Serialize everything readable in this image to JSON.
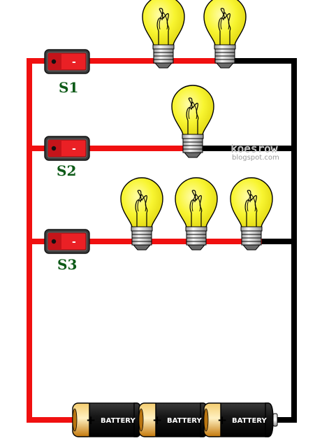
{
  "colors": {
    "positive_wire": "#f01010",
    "negative_wire": "#000000",
    "bulb_glass": "#f8f531",
    "switch_body": "#ea2025",
    "switch_housing": "#3a3a3a",
    "label_color": "#0d5a17",
    "battery_gold": "#e69a1c",
    "battery_black": "#111111"
  },
  "switches": [
    {
      "id": "S1",
      "label": "S1",
      "symbol": "-"
    },
    {
      "id": "S2",
      "label": "S2",
      "symbol": "-"
    },
    {
      "id": "S3",
      "label": "S3",
      "symbol": "-"
    }
  ],
  "bulbs_per_branch": [
    2,
    1,
    3
  ],
  "batteries": [
    {
      "label": "BATTERY",
      "plus": "+"
    },
    {
      "label": "BATTERY",
      "plus": "+"
    },
    {
      "label": "BATTERY",
      "plus": "+"
    }
  ],
  "watermark": {
    "main": "koesrow",
    "sub": "blogspot.com"
  },
  "icons": [
    "light-bulb-icon",
    "rocker-switch-icon",
    "battery-icon"
  ]
}
